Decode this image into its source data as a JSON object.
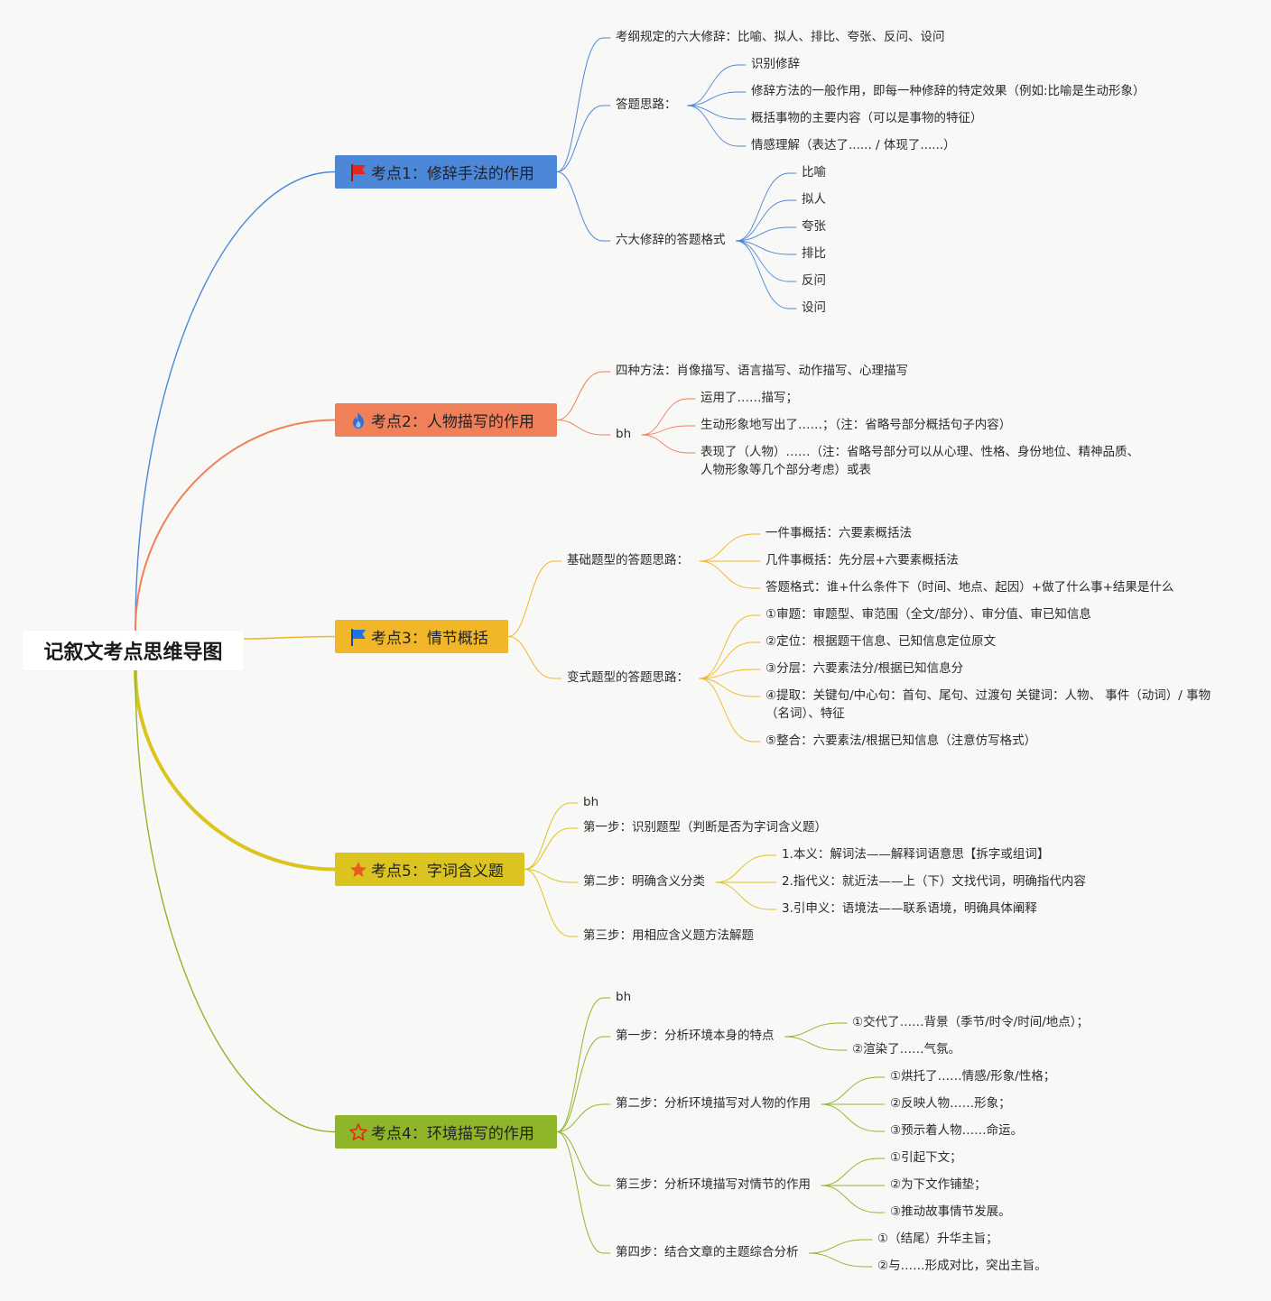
{
  "root": {
    "title": "记叙文考点思维导图"
  },
  "branches": [
    {
      "id": "b1",
      "label": "考点1：修辞手法的作用",
      "color": "#4d87d8",
      "icon": "red-flag-icon",
      "children": [
        {
          "text": "考纲规定的六大修辞：比喻、拟人、排比、夸张、反问、设问"
        },
        {
          "text": "答题思路：",
          "children": [
            {
              "text": "识别修辞"
            },
            {
              "text": "修辞方法的一般作用，即每一种修辞的特定效果（例如:比喻是生动形象）"
            },
            {
              "text": "概括事物的主要内容（可以是事物的特征）"
            },
            {
              "text": "情感理解（表达了...... / 体现了......）"
            }
          ]
        },
        {
          "text": "六大修辞的答题格式",
          "children": [
            {
              "text": "比喻"
            },
            {
              "text": "拟人"
            },
            {
              "text": "夸张"
            },
            {
              "text": "排比"
            },
            {
              "text": "反问"
            },
            {
              "text": "设问"
            }
          ]
        }
      ]
    },
    {
      "id": "b2",
      "label": "考点2：人物描写的作用",
      "color": "#f0805a",
      "icon": "fire-icon",
      "children": [
        {
          "text": "四种方法：肖像描写、语言描写、动作描写、心理描写"
        },
        {
          "text": "bh",
          "children": [
            {
              "text": "运用了……描写；"
            },
            {
              "text": "生动形象地写出了……；（注：省略号部分概括句子内容）"
            },
            {
              "text": "表现了（人物）……（注：省略号部分可以从心理、性格、身份地位、精神品质、人物形象等几个部分考虑）或表"
            }
          ]
        }
      ]
    },
    {
      "id": "b3",
      "label": "考点3：情节概括",
      "color": "#f2b728",
      "icon": "blue-flag-icon",
      "children": [
        {
          "text": "基础题型的答题思路：",
          "children": [
            {
              "text": "一件事概括：六要素概括法"
            },
            {
              "text": "几件事概括：先分层+六要素概括法"
            },
            {
              "text": "答题格式：谁+什么条件下（时间、地点、起因）+做了什么事+结果是什么"
            }
          ]
        },
        {
          "text": "变式题型的答题思路：",
          "children": [
            {
              "text": "①审题：审题型、审范围（全文/部分）、审分值、审已知信息"
            },
            {
              "text": "②定位：根据题干信息、已知信息定位原文"
            },
            {
              "text": "③分层：六要素法分/根据已知信息分"
            },
            {
              "text": "④提取：关键句/中心句：首句、尾句、过渡句 关键词：人物、 事件（动词）/ 事物（名词）、特征"
            },
            {
              "text": "⑤整合：六要素法/根据已知信息（注意仿写格式）"
            }
          ]
        }
      ]
    },
    {
      "id": "b5",
      "label": "考点5：字词含义题",
      "color": "#dcc420",
      "icon": "star-icon",
      "children": [
        {
          "text": "bh"
        },
        {
          "text": "第一步：识别题型（判断是否为字词含义题）"
        },
        {
          "text": "第二步：明确含义分类",
          "children": [
            {
              "text": "1.本义：解词法——解释词语意思【拆字或组词】"
            },
            {
              "text": "2.指代义：就近法——上（下）文找代词，明确指代内容"
            },
            {
              "text": "3.引申义：语境法——联系语境，明确具体阐释"
            }
          ]
        },
        {
          "text": "第三步：用相应含义题方法解题"
        }
      ]
    },
    {
      "id": "b4",
      "label": "考点4：环境描写的作用",
      "color": "#8fb52a",
      "icon": "star-outline-icon",
      "children": [
        {
          "text": "bh"
        },
        {
          "text": "第一步：分析环境本身的特点",
          "children": [
            {
              "text": "①交代了……背景（季节/时令/时间/地点）；"
            },
            {
              "text": "②渲染了……气氛。"
            }
          ]
        },
        {
          "text": "第二步：分析环境描写对人物的作用",
          "children": [
            {
              "text": "①烘托了……情感/形象/性格；"
            },
            {
              "text": "②反映人物……形象；"
            },
            {
              "text": "③预示着人物……命运。"
            }
          ]
        },
        {
          "text": "第三步：分析环境描写对情节的作用",
          "children": [
            {
              "text": "①引起下文；"
            },
            {
              "text": "②为下文作铺垫；"
            },
            {
              "text": "③推动故事情节发展。"
            }
          ]
        },
        {
          "text": "第四步：结合文章的主题综合分析",
          "children": [
            {
              "text": "①（结尾）升华主旨；"
            },
            {
              "text": "②与……形成对比，突出主旨。"
            }
          ]
        }
      ]
    }
  ]
}
